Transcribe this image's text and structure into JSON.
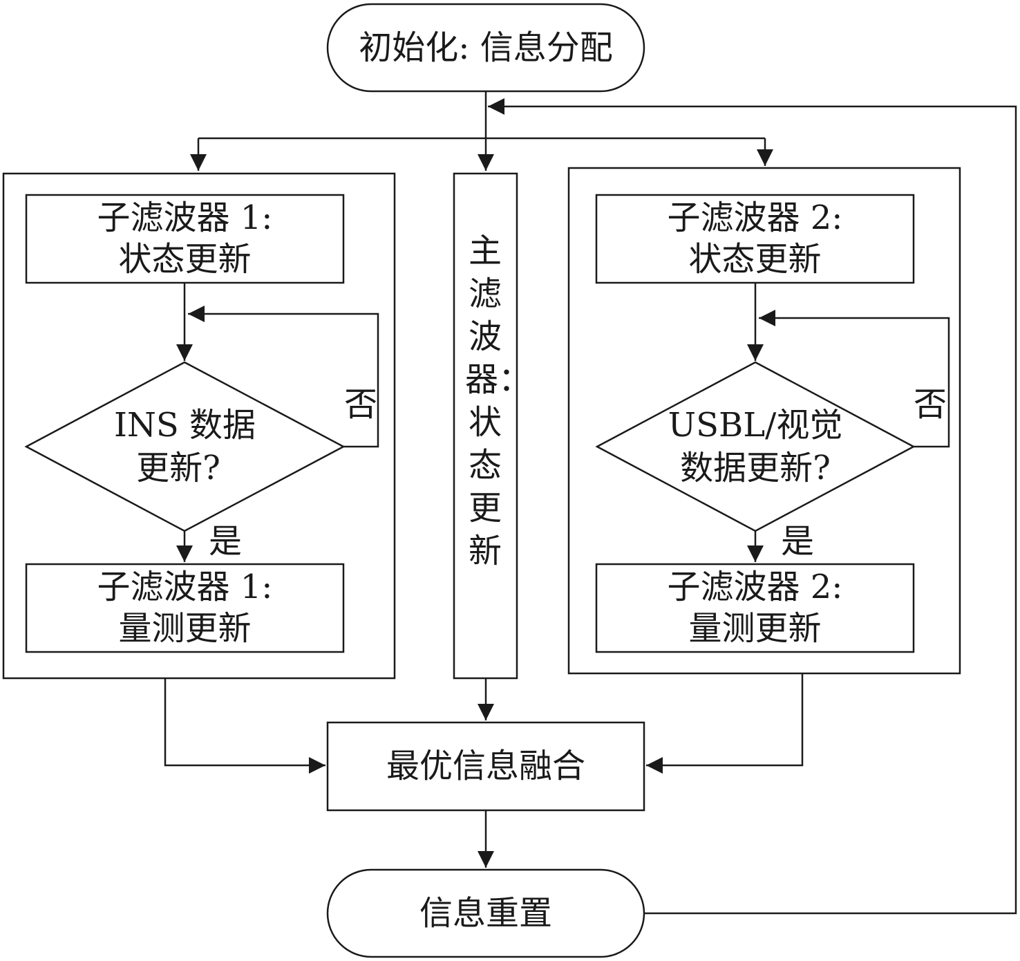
{
  "start": "初始化: 信息分配",
  "main_filter": "主滤波器：状态更新",
  "sub1": {
    "state_update": [
      "子滤波器 1:",
      "状态更新"
    ],
    "decision": [
      "INS 数据",
      "更新?"
    ],
    "no_label": "否",
    "yes_label": "是",
    "measurement_update": [
      "子滤波器 1:",
      "量测更新"
    ]
  },
  "sub2": {
    "state_update": [
      "子滤波器 2:",
      "状态更新"
    ],
    "decision": [
      "USBL/视觉",
      "数据更新?"
    ],
    "no_label": "否",
    "yes_label": "是",
    "measurement_update": [
      "子滤波器 2:",
      "量测更新"
    ]
  },
  "fusion": "最优信息融合",
  "reset": "信息重置"
}
